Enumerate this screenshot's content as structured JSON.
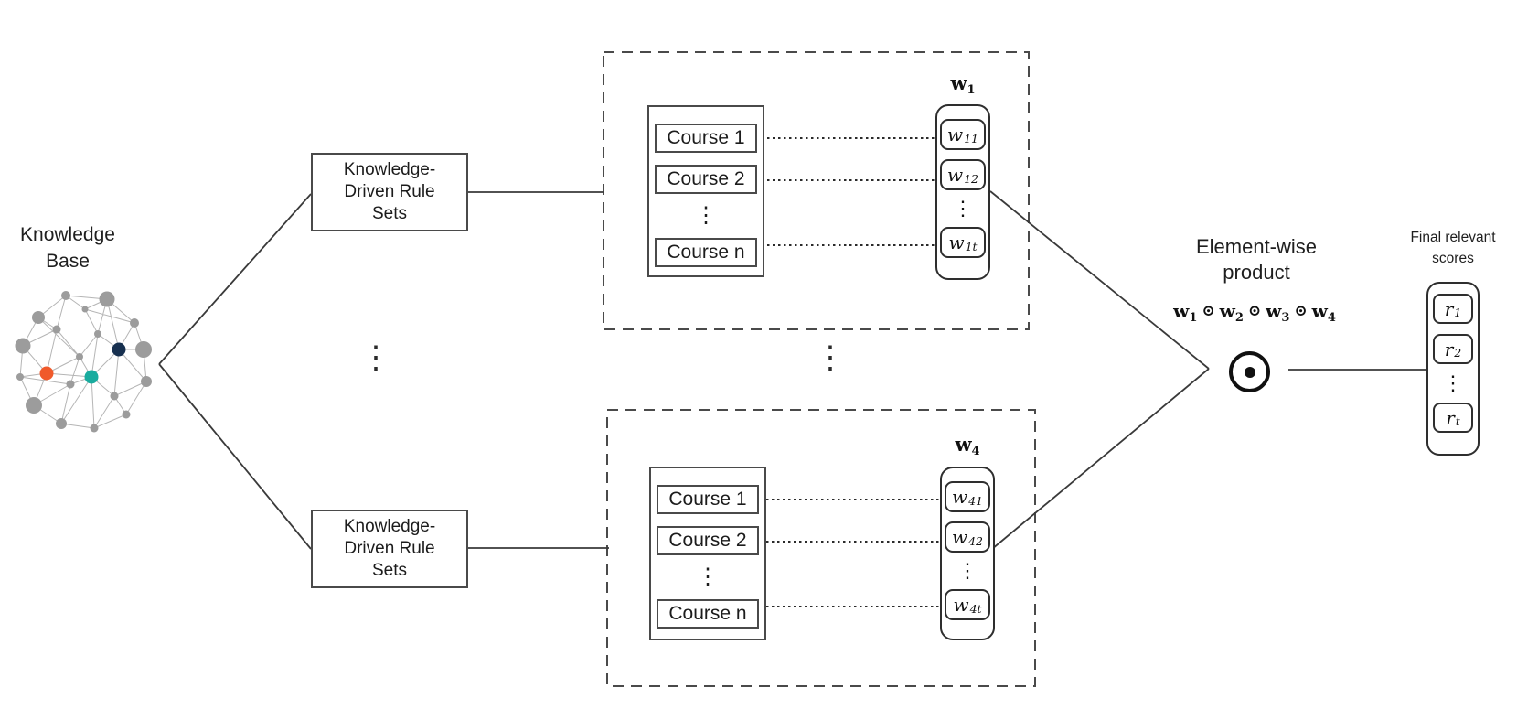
{
  "knowledge_base": {
    "label_line1": "Knowledge",
    "label_line2": "Base"
  },
  "rule_set_top": {
    "lines": [
      "Knowledge-",
      "Driven Rule",
      "Sets"
    ]
  },
  "rule_set_bottom": {
    "lines": [
      "Knowledge-",
      "Driven Rule",
      "Sets"
    ]
  },
  "between_rule_sets_ellipsis": "⋮",
  "between_groups_ellipsis": "⋮",
  "group_top": {
    "courses": [
      "Course 1",
      "Course 2",
      "⋮",
      "Course n"
    ],
    "vector_label": {
      "base": "w",
      "sub": "1"
    },
    "cells": [
      {
        "base": "w",
        "sub": "11"
      },
      {
        "base": "w",
        "sub": "12"
      },
      {
        "dots": "⋮"
      },
      {
        "base": "w",
        "sub": "1t"
      }
    ]
  },
  "group_bottom": {
    "courses": [
      "Course 1",
      "Course 2",
      "⋮",
      "Course n"
    ],
    "vector_label": {
      "base": "w",
      "sub": "4"
    },
    "cells": [
      {
        "base": "w",
        "sub": "41"
      },
      {
        "base": "w",
        "sub": "42"
      },
      {
        "dots": "⋮"
      },
      {
        "base": "w",
        "sub": "4t"
      }
    ]
  },
  "product": {
    "label_line1": "Element-wise",
    "label_line2": "product",
    "operator": "⊙",
    "formula": [
      {
        "base": "w",
        "sub": "1"
      },
      {
        "op": "⊙"
      },
      {
        "base": "w",
        "sub": "2"
      },
      {
        "op": "⊙"
      },
      {
        "base": "w",
        "sub": "3"
      },
      {
        "op": "⊙"
      },
      {
        "base": "w",
        "sub": "4"
      }
    ]
  },
  "scores": {
    "label_line1": "Final relevant",
    "label_line2": "scores",
    "cells": [
      {
        "base": "r",
        "sub": "1"
      },
      {
        "base": "r",
        "sub": "2"
      },
      {
        "dots": "⋮"
      },
      {
        "base": "r",
        "sub": "t"
      }
    ]
  },
  "colors": {
    "node_gray": "#9c9c9c",
    "node_orange": "#f05a2b",
    "node_teal": "#19ab9e",
    "node_navy": "#17304f",
    "line": "#3a3a3a"
  }
}
